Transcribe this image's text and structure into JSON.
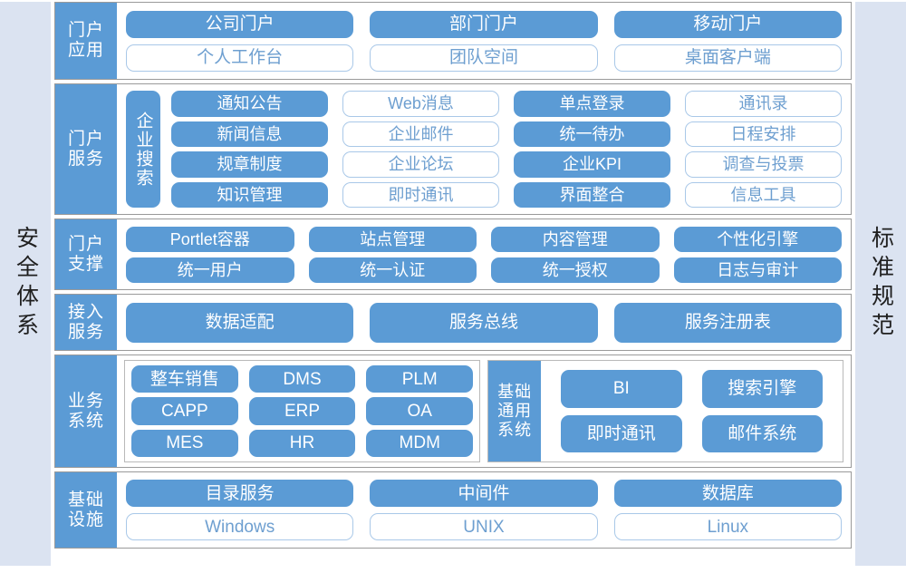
{
  "left_rail": {
    "label": "安全体系"
  },
  "right_rail": {
    "label": "标准规范"
  },
  "rows": {
    "apps": {
      "label_line1": "门户",
      "label_line2": "应用",
      "items": [
        {
          "text": "公司门户",
          "style": "filled"
        },
        {
          "text": "部门门户",
          "style": "filled"
        },
        {
          "text": "移动门户",
          "style": "filled"
        },
        {
          "text": "个人工作台",
          "style": "outline"
        },
        {
          "text": "团队空间",
          "style": "outline"
        },
        {
          "text": "桌面客户端",
          "style": "outline"
        }
      ]
    },
    "services": {
      "label_line1": "门户",
      "label_line2": "服务",
      "vlabel": "企业搜索",
      "items": [
        {
          "text": "通知公告",
          "style": "filled"
        },
        {
          "text": "新闻信息",
          "style": "filled"
        },
        {
          "text": "规章制度",
          "style": "filled"
        },
        {
          "text": "知识管理",
          "style": "filled"
        },
        {
          "text": "Web消息",
          "style": "outline"
        },
        {
          "text": "企业邮件",
          "style": "outline"
        },
        {
          "text": "企业论坛",
          "style": "outline"
        },
        {
          "text": "即时通讯",
          "style": "outline"
        },
        {
          "text": "单点登录",
          "style": "filled"
        },
        {
          "text": "统一待办",
          "style": "filled"
        },
        {
          "text": "企业KPI",
          "style": "filled"
        },
        {
          "text": "界面整合",
          "style": "filled"
        },
        {
          "text": "通讯录",
          "style": "outline"
        },
        {
          "text": "日程安排",
          "style": "outline"
        },
        {
          "text": "调查与投票",
          "style": "outline"
        },
        {
          "text": "信息工具",
          "style": "outline"
        }
      ]
    },
    "support": {
      "label_line1": "门户",
      "label_line2": "支撑",
      "items": [
        {
          "text": "Portlet容器",
          "style": "filled"
        },
        {
          "text": "站点管理",
          "style": "filled"
        },
        {
          "text": "内容管理",
          "style": "filled"
        },
        {
          "text": "个性化引擎",
          "style": "filled"
        },
        {
          "text": "统一用户",
          "style": "filled"
        },
        {
          "text": "统一认证",
          "style": "filled"
        },
        {
          "text": "统一授权",
          "style": "filled"
        },
        {
          "text": "日志与审计",
          "style": "filled"
        }
      ]
    },
    "access": {
      "label_line1": "接入",
      "label_line2": "服务",
      "items": [
        {
          "text": "数据适配",
          "style": "filled"
        },
        {
          "text": "服务总线",
          "style": "filled"
        },
        {
          "text": "服务注册表",
          "style": "filled"
        }
      ]
    },
    "business": {
      "label_line1": "业务",
      "label_line2": "系统",
      "left_items": [
        {
          "text": "整车销售",
          "style": "filled"
        },
        {
          "text": "DMS",
          "style": "filled"
        },
        {
          "text": "PLM",
          "style": "filled"
        },
        {
          "text": "CAPP",
          "style": "filled"
        },
        {
          "text": "ERP",
          "style": "filled"
        },
        {
          "text": "OA",
          "style": "filled"
        },
        {
          "text": "MES",
          "style": "filled"
        },
        {
          "text": "HR",
          "style": "filled"
        },
        {
          "text": "MDM",
          "style": "filled"
        }
      ],
      "vblock_line1": "基础",
      "vblock_line2": "通用",
      "vblock_line3": "系统",
      "right_items": [
        {
          "text": "BI",
          "style": "filled"
        },
        {
          "text": "搜索引擎",
          "style": "filled"
        },
        {
          "text": "即时通讯",
          "style": "filled"
        },
        {
          "text": "邮件系统",
          "style": "filled"
        }
      ]
    },
    "infra": {
      "label_line1": "基础",
      "label_line2": "设施",
      "items": [
        {
          "text": "目录服务",
          "style": "filled"
        },
        {
          "text": "中间件",
          "style": "filled"
        },
        {
          "text": "数据库",
          "style": "filled"
        },
        {
          "text": "Windows",
          "style": "outline"
        },
        {
          "text": "UNIX",
          "style": "outline"
        },
        {
          "text": "Linux",
          "style": "outline"
        }
      ]
    }
  },
  "colors": {
    "accent_fill": "#5b9bd5",
    "outline_border": "#a9c8e8",
    "outline_text": "#6e9fd0",
    "rail_bg": "#dbe3f1",
    "row_border": "#9a9a9a"
  }
}
